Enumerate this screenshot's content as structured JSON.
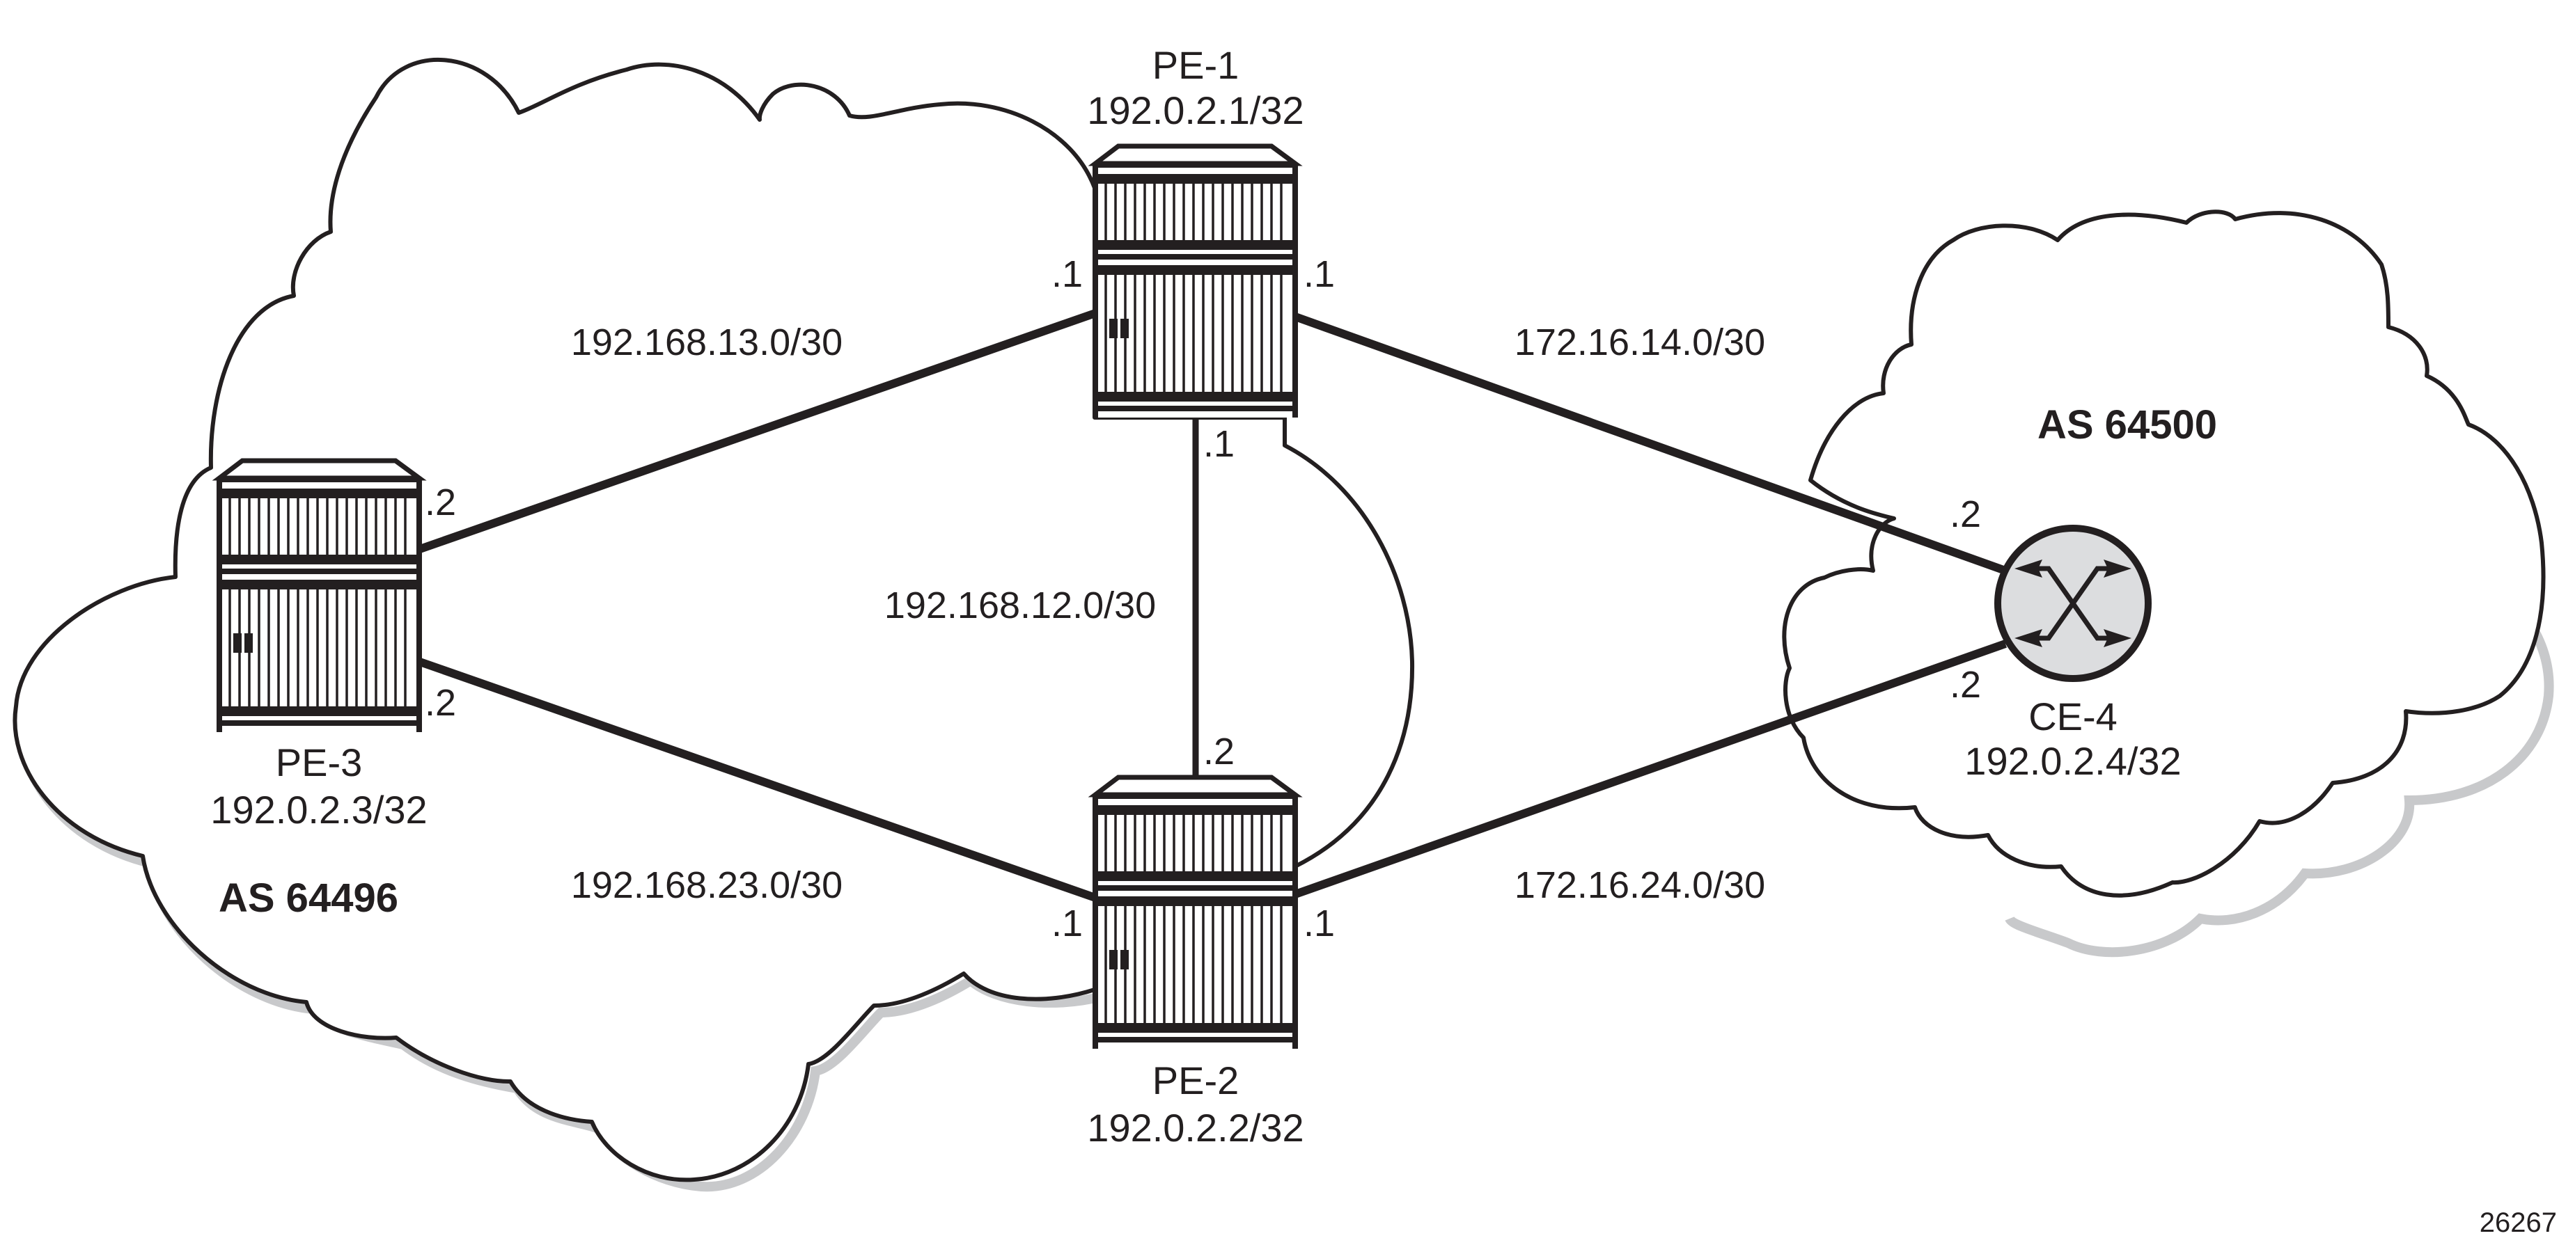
{
  "figure_id": "26267",
  "autonomous_systems": [
    {
      "id": "as-left",
      "label": "AS 64496"
    },
    {
      "id": "as-right",
      "label": "AS 64500"
    }
  ],
  "nodes": {
    "pe1": {
      "name": "PE-1",
      "ip": "192.0.2.1/32",
      "type": "router-chassis"
    },
    "pe2": {
      "name": "PE-2",
      "ip": "192.0.2.2/32",
      "type": "router-chassis"
    },
    "pe3": {
      "name": "PE-3",
      "ip": "192.0.2.3/32",
      "type": "router-chassis"
    },
    "ce4": {
      "name": "CE-4",
      "ip": "192.0.2.4/32",
      "type": "router-circle"
    }
  },
  "links": {
    "pe1_pe3": {
      "subnet": "192.168.13.0/30",
      "a_end": ".1",
      "b_end": ".2"
    },
    "pe1_pe2": {
      "subnet": "192.168.12.0/30",
      "a_end": ".1",
      "b_end": ".2"
    },
    "pe2_pe3": {
      "subnet": "192.168.23.0/30",
      "a_end": ".1",
      "b_end": ".2"
    },
    "pe1_ce4": {
      "subnet": "172.16.14.0/30",
      "a_end": ".1",
      "b_end": ".2"
    },
    "pe2_ce4": {
      "subnet": "172.16.24.0/30",
      "a_end": ".1",
      "b_end": ".2"
    }
  },
  "colors": {
    "ink": "#231f20",
    "router_fill": "#dcdddf",
    "cloud_shadow": "#c8c9cb",
    "background": "#ffffff"
  }
}
